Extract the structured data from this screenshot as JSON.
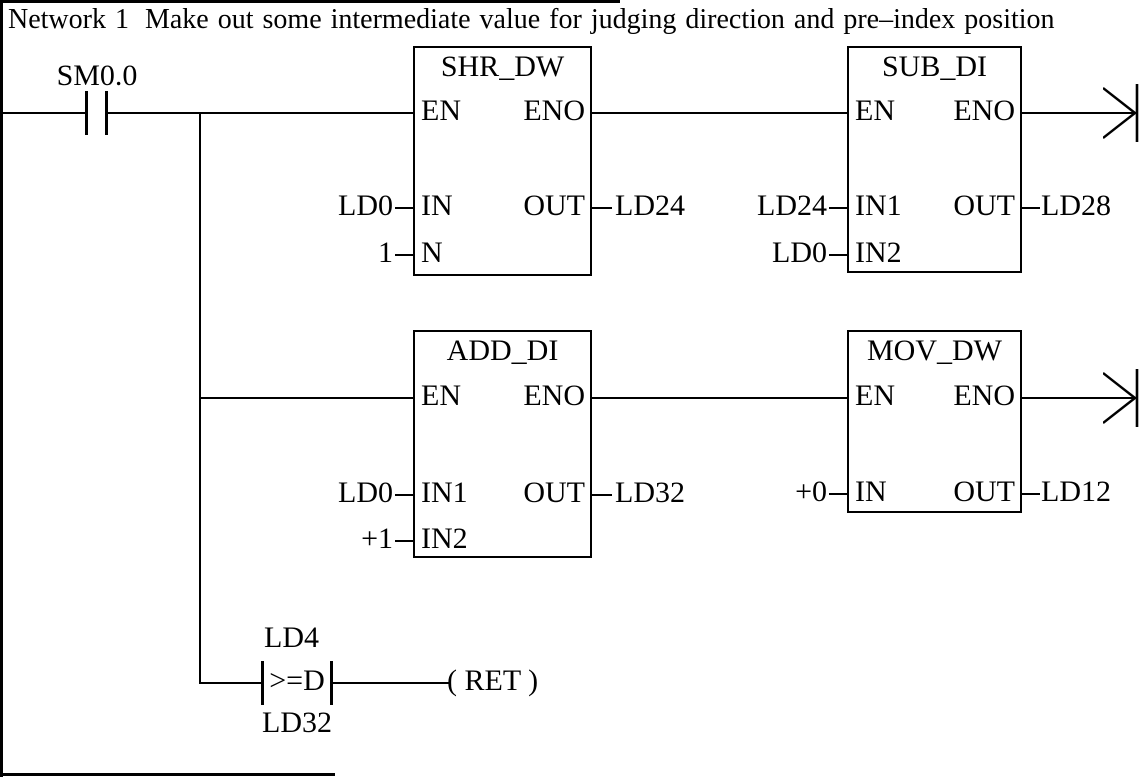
{
  "network": {
    "label": "Network 1",
    "comment": "Make out some intermediate value for judging direction and pre–index position"
  },
  "rail_contact": {
    "label": "SM0.0"
  },
  "blocks": [
    {
      "name": "SHR_DW",
      "en_pin": "EN",
      "eno_pin": "ENO",
      "in1_pin": "IN",
      "in1_operand": "LD0",
      "in2_pin": "N",
      "in2_operand": "1",
      "out_pin": "OUT",
      "out_operand": "LD24"
    },
    {
      "name": "SUB_DI",
      "en_pin": "EN",
      "eno_pin": "ENO",
      "in1_pin": "IN1",
      "in1_operand": "LD24",
      "in2_pin": "IN2",
      "in2_operand": "LD0",
      "out_pin": "OUT",
      "out_operand": "LD28"
    },
    {
      "name": "ADD_DI",
      "en_pin": "EN",
      "eno_pin": "ENO",
      "in1_pin": "IN1",
      "in1_operand": "LD0",
      "in2_pin": "IN2",
      "in2_operand": "+1",
      "out_pin": "OUT",
      "out_operand": "LD32"
    },
    {
      "name": "MOV_DW",
      "en_pin": "EN",
      "eno_pin": "ENO",
      "in1_pin": "IN",
      "in1_operand": "+0",
      "out_pin": "OUT",
      "out_operand": "LD12"
    }
  ],
  "compare_contact": {
    "operand_above": "LD4",
    "symbol": ">=D",
    "operand_below": "LD32"
  },
  "ret_coil": {
    "text": "( RET )"
  },
  "colors": {
    "ink": "#000000",
    "paper": "#ffffff"
  }
}
